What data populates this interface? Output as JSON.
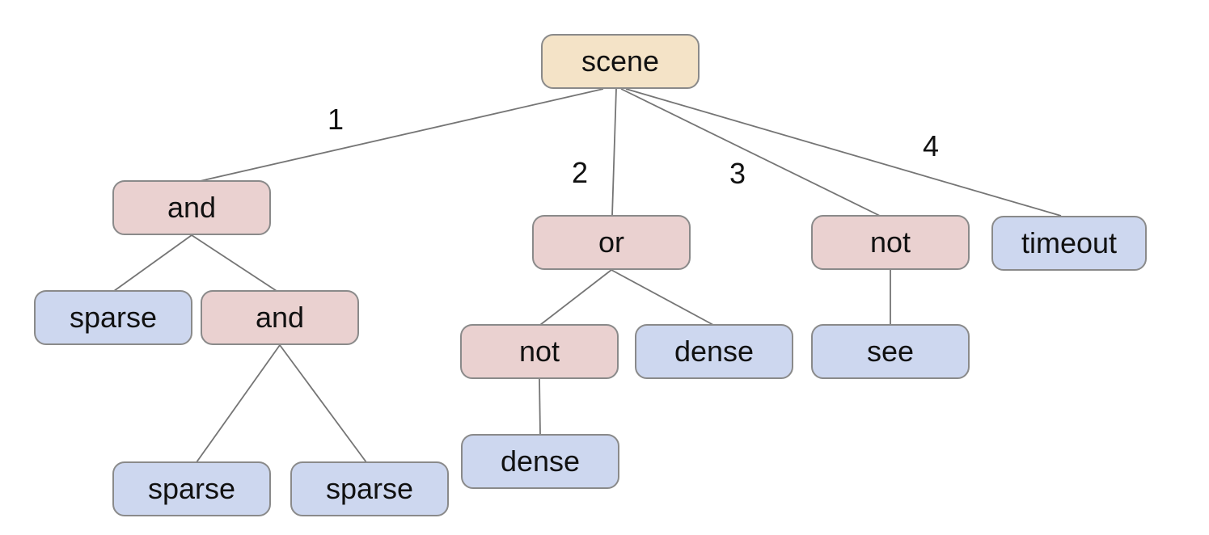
{
  "diagram": {
    "type": "tree",
    "description": "Behavior/parse tree rooted at 'scene' with numbered child branches",
    "colors": {
      "background": "#ffffff",
      "root_fill": "#f4e3c7",
      "operator_fill": "#ead1d0",
      "leaf_fill": "#cdd7ef",
      "node_border": "#8a8a8a",
      "edge_stroke": "#757575",
      "text": "#111111"
    },
    "nodes": [
      {
        "id": "scene",
        "label": "scene",
        "role": "root",
        "color_key": "root_fill"
      },
      {
        "id": "and-1",
        "label": "and",
        "role": "operator",
        "color_key": "operator_fill"
      },
      {
        "id": "or-1",
        "label": "or",
        "role": "operator",
        "color_key": "operator_fill"
      },
      {
        "id": "not-1",
        "label": "not",
        "role": "operator",
        "color_key": "operator_fill"
      },
      {
        "id": "timeout",
        "label": "timeout",
        "role": "leaf",
        "color_key": "leaf_fill"
      },
      {
        "id": "sparse-1",
        "label": "sparse",
        "role": "leaf",
        "color_key": "leaf_fill"
      },
      {
        "id": "and-2",
        "label": "and",
        "role": "operator",
        "color_key": "operator_fill"
      },
      {
        "id": "not-2",
        "label": "not",
        "role": "operator",
        "color_key": "operator_fill"
      },
      {
        "id": "dense-1",
        "label": "dense",
        "role": "leaf",
        "color_key": "leaf_fill"
      },
      {
        "id": "see",
        "label": "see",
        "role": "leaf",
        "color_key": "leaf_fill"
      },
      {
        "id": "dense-2",
        "label": "dense",
        "role": "leaf",
        "color_key": "leaf_fill"
      },
      {
        "id": "sparse-2",
        "label": "sparse",
        "role": "leaf",
        "color_key": "leaf_fill"
      },
      {
        "id": "sparse-3",
        "label": "sparse",
        "role": "leaf",
        "color_key": "leaf_fill"
      }
    ],
    "edges": [
      {
        "from": "scene",
        "to": "and-1",
        "label": "1"
      },
      {
        "from": "scene",
        "to": "or-1",
        "label": "2"
      },
      {
        "from": "scene",
        "to": "not-1",
        "label": "3"
      },
      {
        "from": "scene",
        "to": "timeout",
        "label": "4"
      },
      {
        "from": "and-1",
        "to": "sparse-1",
        "label": ""
      },
      {
        "from": "and-1",
        "to": "and-2",
        "label": ""
      },
      {
        "from": "and-2",
        "to": "sparse-2",
        "label": ""
      },
      {
        "from": "and-2",
        "to": "sparse-3",
        "label": ""
      },
      {
        "from": "or-1",
        "to": "not-2",
        "label": ""
      },
      {
        "from": "or-1",
        "to": "dense-1",
        "label": ""
      },
      {
        "from": "not-2",
        "to": "dense-2",
        "label": ""
      },
      {
        "from": "not-1",
        "to": "see",
        "label": ""
      }
    ]
  }
}
